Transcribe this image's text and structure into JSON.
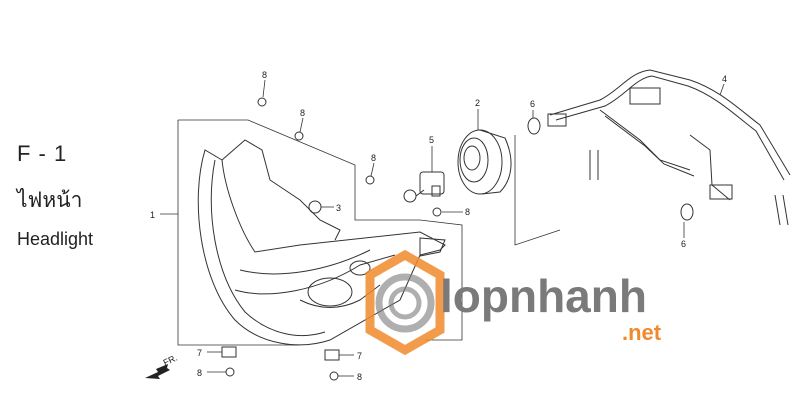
{
  "section": {
    "code": "F - 1",
    "name_thai": "ไฟหน้า",
    "name_en": "Headlight"
  },
  "callouts": [
    "1",
    "2",
    "3",
    "4",
    "5",
    "6",
    "6",
    "7",
    "7",
    "8",
    "8",
    "8",
    "8",
    "8",
    "8"
  ],
  "direction_marker": "FR.",
  "watermark": {
    "text": "lopnhanh",
    "suffix": ".net",
    "color_orange": "#f08a2c",
    "color_gray": "#7a7a7a"
  }
}
